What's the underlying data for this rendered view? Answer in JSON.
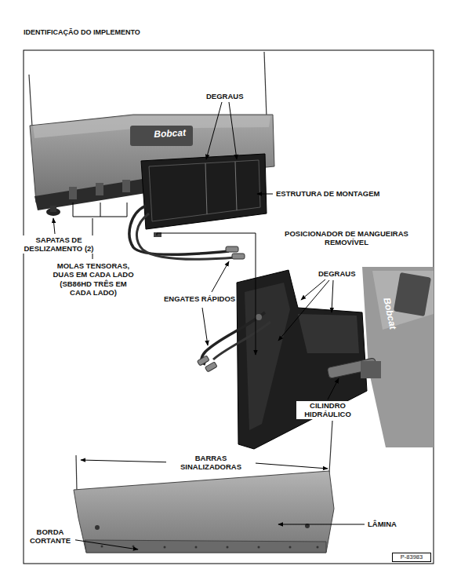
{
  "diagram": {
    "title": "IDENTIFICAÇÃO DO IMPLEMENTO",
    "nodes": [
      {
        "text": [
          "P-83983"
        ]
      }
    ],
    "labels": [
      "Bobcat",
      "DEGRAUS",
      "ESTRUTURA DE MONTAGEM",
      "SAPATAS DE DESLIZAMENTO (2)",
      "MOLAS TENSORAS, DUAS EM CADA LADO (SB86HD TRÊS EM CADA LADO)",
      "ENGATES RÁPIDOS",
      "POSICIONADOR DE MANGUEIRAS REMOVÍVEL",
      "DEGRAUS",
      "Bobcat",
      "CILINDRO HIDRÁULICO",
      "BARRAS SINALIZADORAS",
      "LÂMINA",
      "BORDA CORTANTE"
    ]
  }
}
